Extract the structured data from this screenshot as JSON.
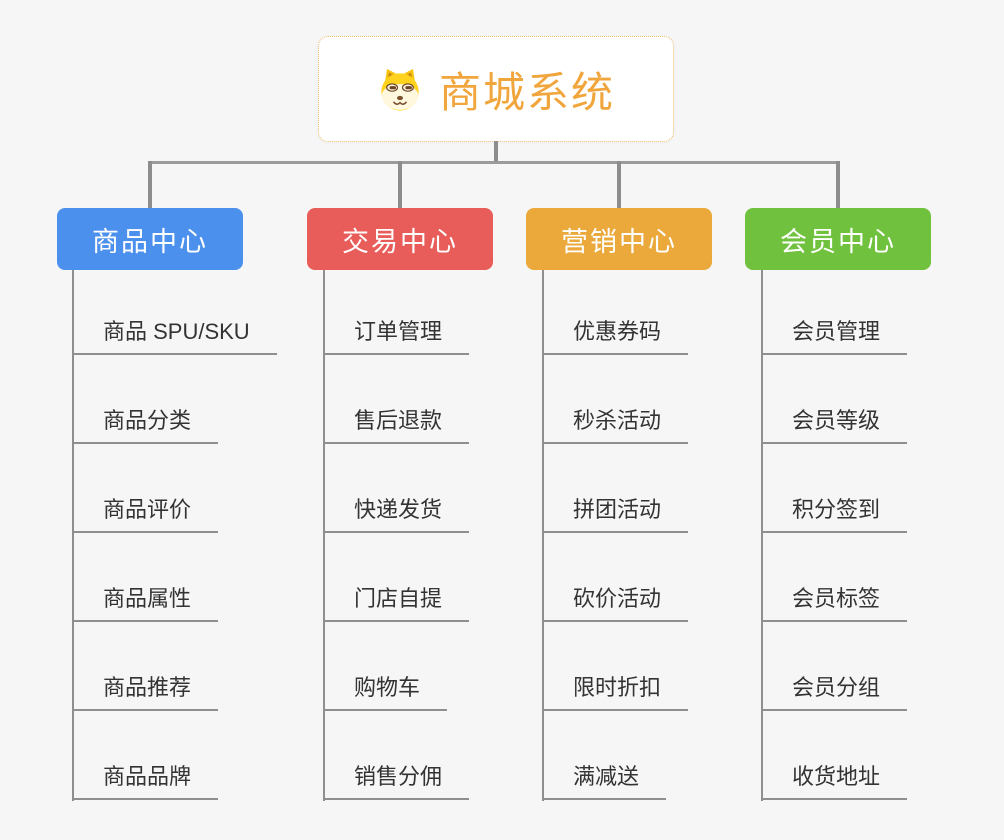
{
  "root": {
    "title": "商城系统",
    "icon": "dog-icon"
  },
  "branches": [
    {
      "label": "商品中心",
      "color": "#4b90ec",
      "items": [
        "商品 SPU/SKU",
        "商品分类",
        "商品评价",
        "商品属性",
        "商品推荐",
        "商品品牌"
      ]
    },
    {
      "label": "交易中心",
      "color": "#e85c5a",
      "items": [
        "订单管理",
        "售后退款",
        "快递发货",
        "门店自提",
        "购物车",
        "销售分佣"
      ]
    },
    {
      "label": "营销中心",
      "color": "#eba93c",
      "items": [
        "优惠券码",
        "秒杀活动",
        "拼团活动",
        "砍价活动",
        "限时折扣",
        "满减送"
      ]
    },
    {
      "label": "会员中心",
      "color": "#70c13d",
      "items": [
        "会员管理",
        "会员等级",
        "积分签到",
        "会员标签",
        "会员分组",
        "收货地址"
      ]
    }
  ],
  "colors": {
    "background": "#f5f6f5",
    "root_title": "#f0a63c",
    "root_border": "#f2ba6d",
    "connector": "#8d8d8d",
    "leaf_text": "#333333",
    "leaf_line": "#8f8f8f"
  }
}
